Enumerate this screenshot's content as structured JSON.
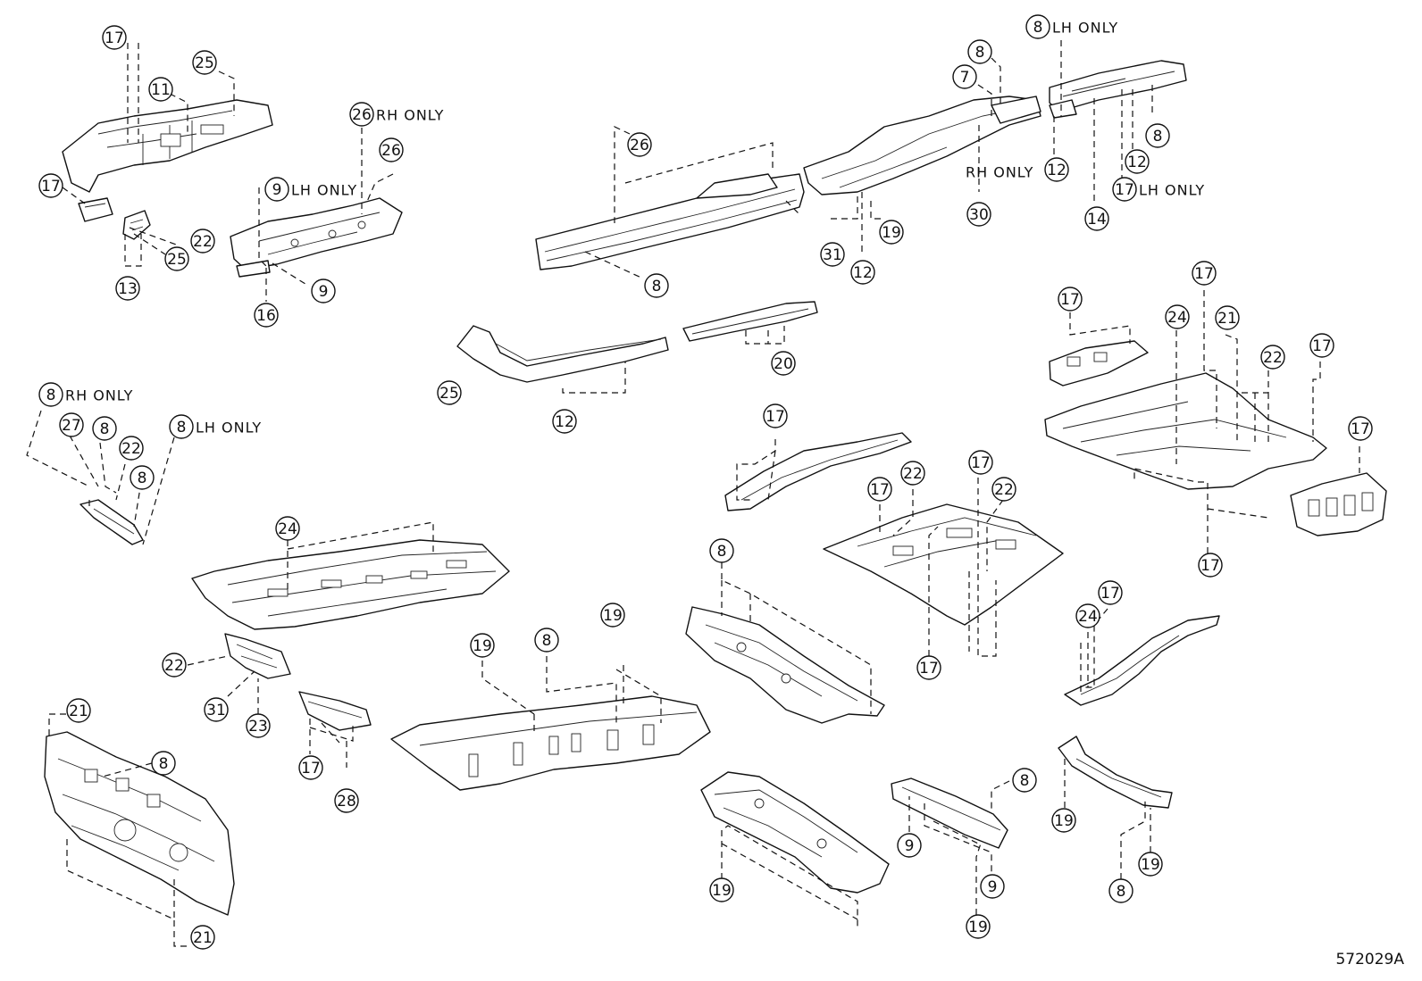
{
  "diagram_id": "572029A",
  "notes": {
    "lh_only": "LH ONLY",
    "rh_only": "RH ONLY"
  },
  "callouts": [
    {
      "id": "c1",
      "num": "17"
    },
    {
      "id": "c2",
      "num": "11"
    },
    {
      "id": "c3",
      "num": "25"
    },
    {
      "id": "c4",
      "num": "17"
    },
    {
      "id": "c5",
      "num": "22"
    },
    {
      "id": "c6",
      "num": "25"
    },
    {
      "id": "c7",
      "num": "13"
    },
    {
      "id": "c8",
      "num": "26",
      "note": "rh_only"
    },
    {
      "id": "c9",
      "num": "26"
    },
    {
      "id": "c10",
      "num": "9",
      "note": "lh_only"
    },
    {
      "id": "c11",
      "num": "9"
    },
    {
      "id": "c12",
      "num": "16"
    },
    {
      "id": "c13",
      "num": "26"
    },
    {
      "id": "c14",
      "num": "8"
    },
    {
      "id": "c15",
      "num": "8"
    },
    {
      "id": "c16",
      "num": "7"
    },
    {
      "id": "c17",
      "num": "8",
      "note": "lh_only"
    },
    {
      "id": "c18",
      "num": "8"
    },
    {
      "id": "c19",
      "num": "12"
    },
    {
      "id": "c20",
      "num": "12"
    },
    {
      "id": "c21",
      "num": "30",
      "note_before": "rh_only"
    },
    {
      "id": "c22",
      "num": "17",
      "note": "lh_only"
    },
    {
      "id": "c23",
      "num": "14"
    },
    {
      "id": "c24",
      "num": "19"
    },
    {
      "id": "c25",
      "num": "31"
    },
    {
      "id": "c26",
      "num": "12"
    },
    {
      "id": "c27",
      "num": "20"
    },
    {
      "id": "c28",
      "num": "25"
    },
    {
      "id": "c29",
      "num": "12"
    },
    {
      "id": "c30",
      "num": "8",
      "note": "rh_only"
    },
    {
      "id": "c31",
      "num": "27"
    },
    {
      "id": "c32",
      "num": "8"
    },
    {
      "id": "c33",
      "num": "8",
      "note": "lh_only"
    },
    {
      "id": "c34",
      "num": "22"
    },
    {
      "id": "c35",
      "num": "8"
    },
    {
      "id": "c36",
      "num": "17"
    },
    {
      "id": "c37",
      "num": "17"
    },
    {
      "id": "c38",
      "num": "24"
    },
    {
      "id": "c39",
      "num": "21"
    },
    {
      "id": "c40",
      "num": "22"
    },
    {
      "id": "c41",
      "num": "17"
    },
    {
      "id": "c42",
      "num": "17"
    },
    {
      "id": "c43",
      "num": "17"
    },
    {
      "id": "c44",
      "num": "17"
    },
    {
      "id": "c45",
      "num": "17"
    },
    {
      "id": "c46",
      "num": "22"
    },
    {
      "id": "c47",
      "num": "17"
    },
    {
      "id": "c48",
      "num": "22"
    },
    {
      "id": "c49",
      "num": "17"
    },
    {
      "id": "c50",
      "num": "24"
    },
    {
      "id": "c51",
      "num": "8"
    },
    {
      "id": "c52",
      "num": "24"
    },
    {
      "id": "c53",
      "num": "17"
    },
    {
      "id": "c54",
      "num": "22"
    },
    {
      "id": "c55",
      "num": "31"
    },
    {
      "id": "c56",
      "num": "23"
    },
    {
      "id": "c57",
      "num": "17"
    },
    {
      "id": "c58",
      "num": "28"
    },
    {
      "id": "c59",
      "num": "21"
    },
    {
      "id": "c60",
      "num": "8"
    },
    {
      "id": "c61",
      "num": "21"
    },
    {
      "id": "c62",
      "num": "19"
    },
    {
      "id": "c63",
      "num": "8"
    },
    {
      "id": "c64",
      "num": "19"
    },
    {
      "id": "c65",
      "num": "19"
    },
    {
      "id": "c66",
      "num": "8"
    },
    {
      "id": "c67",
      "num": "9"
    },
    {
      "id": "c68",
      "num": "9"
    },
    {
      "id": "c69",
      "num": "19"
    },
    {
      "id": "c70",
      "num": "19"
    },
    {
      "id": "c71",
      "num": "8"
    },
    {
      "id": "c72",
      "num": "19"
    }
  ]
}
